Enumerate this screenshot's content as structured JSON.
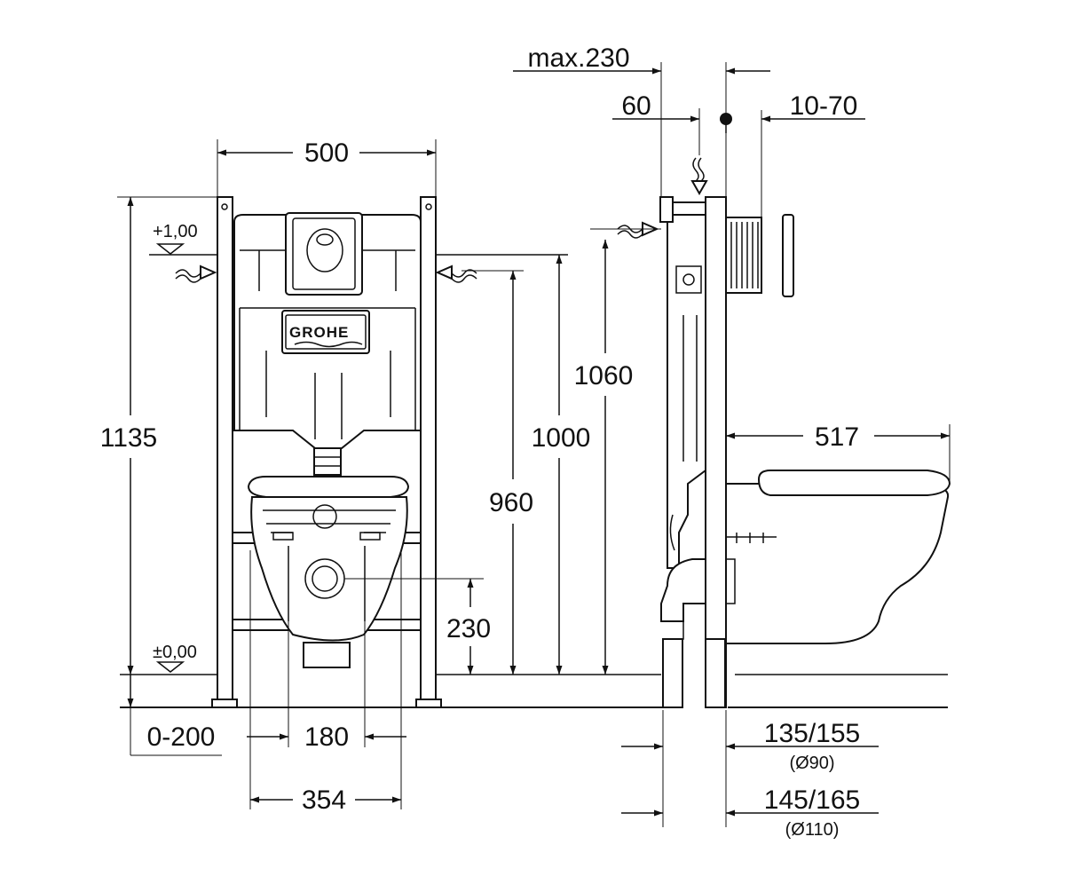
{
  "diagram": {
    "brand": "GROHE",
    "front_view": {
      "width": "500",
      "total_height": "1135",
      "level_top": "+1,00",
      "level_bottom": "±0,00",
      "height_1000": "1000",
      "height_960": "960",
      "height_230": "230",
      "adjust_range": "0-200",
      "bolt_spacing": "180",
      "bowl_width": "354"
    },
    "side_view": {
      "max_depth": "max.230",
      "depth_60": "60",
      "wall_range": "10-70",
      "height_1060": "1060",
      "bowl_length": "517",
      "pipe_90": "135/155",
      "pipe_90_note": "(Ø90)",
      "pipe_110": "145/165",
      "pipe_110_note": "(Ø110)"
    }
  }
}
